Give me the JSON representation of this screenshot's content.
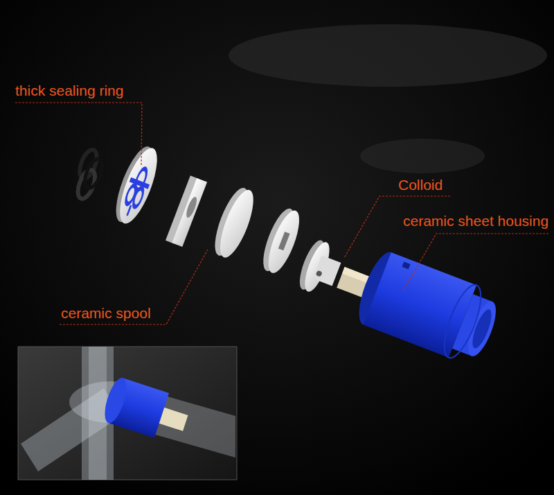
{
  "diagram": {
    "labels": [
      "thick sealing ring",
      "Colloid",
      "ceramic sheet housing",
      "ceramic spool"
    ]
  }
}
